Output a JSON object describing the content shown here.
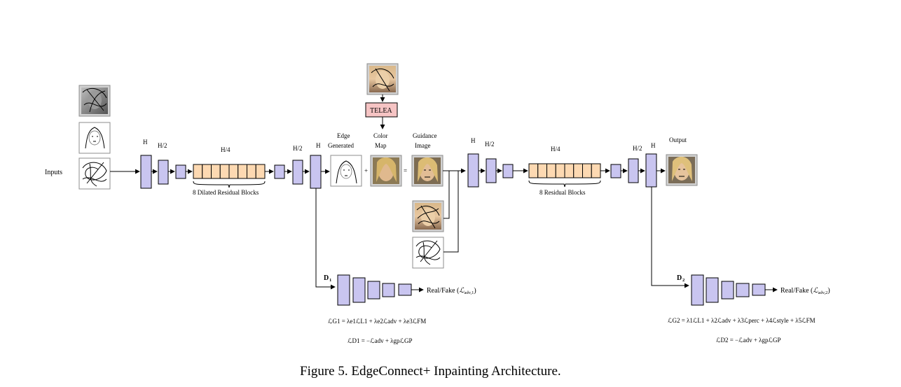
{
  "labels": {
    "inputs": "Inputs",
    "enc1": [
      "H",
      "H/2",
      "H/4",
      "H/2",
      "H"
    ],
    "enc2": [
      "H",
      "H/2",
      "H/4",
      "H/2",
      "H"
    ],
    "dilated_blocks": "8 Dilated Residual Blocks",
    "residual_blocks": "8 Residual Blocks",
    "edge_generated": [
      "Edge",
      "Generated"
    ],
    "color_map": [
      "Color",
      "Map"
    ],
    "guidance_image": [
      "Guidance",
      "Image"
    ],
    "output": "Output",
    "telea": "TELEA",
    "plus": "+",
    "equals": "=",
    "d1": "D",
    "d1_sub": "1",
    "d2": "D",
    "d2_sub": "2"
  },
  "discriminators": {
    "d1_output": {
      "main": "Real/Fake (",
      "loss": "ℒ",
      "sub": "adv,1",
      "close": ")"
    },
    "d2_output": {
      "main": "Real/Fake (",
      "loss": "ℒ",
      "sub": "adv,2",
      "close": ")"
    }
  },
  "equations": {
    "g1": "ℒG1 = λe1ℒL1 + λe2ℒadv + λe3ℒFM",
    "d1": "ℒD1 = −ℒadv + λgpℒGP",
    "g2": "ℒG2 = λ1ℒL1 + λ2ℒadv + λ3ℒperc + λ4ℒstyle + λ5ℒFM",
    "d2": "ℒD2 = −ℒadv + λgpℒGP"
  },
  "caption": "Figure 5. EdgeConnect+ Inpainting Architecture.",
  "colors": {
    "conv_block": "#c9c5f0",
    "residual_block": "#fdd9b2",
    "telea_box": "#f6c4c4"
  },
  "images": {
    "input_masked_gray": "masked-grayscale-face-icon",
    "input_edges": "face-edge-map-icon",
    "input_mask": "mask-icon",
    "edge_generated": "generated-edge-map-icon",
    "color_map": "color-map-face-icon",
    "guidance": "guidance-face-icon",
    "telea_input": "masked-color-face-icon",
    "masked_color": "masked-color-face-icon",
    "mask2": "mask-icon",
    "output": "output-face-icon"
  }
}
